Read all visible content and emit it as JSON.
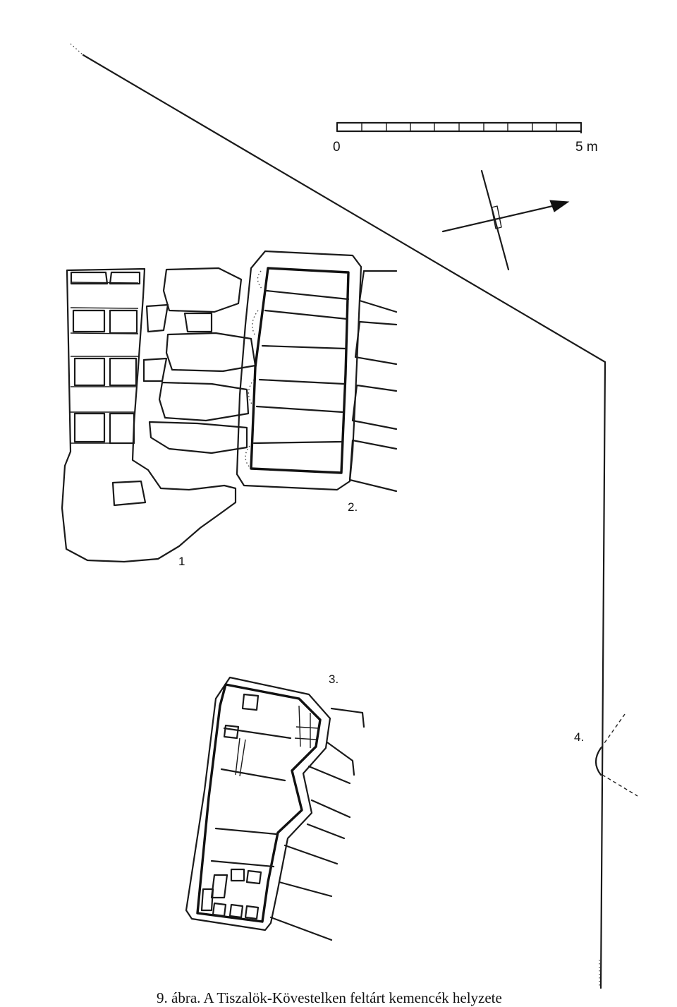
{
  "caption": "9. ábra. A Tiszalök-Kövestelken feltárt kemencék helyzete",
  "scale": {
    "start_label": "0",
    "end_label": "5 m"
  },
  "labels": {
    "kiln_1": "1",
    "kiln_2": "2.",
    "kiln_3": "3.",
    "kiln_4": "4."
  },
  "icons": {
    "north_arrow": "north-arrow-icon"
  }
}
